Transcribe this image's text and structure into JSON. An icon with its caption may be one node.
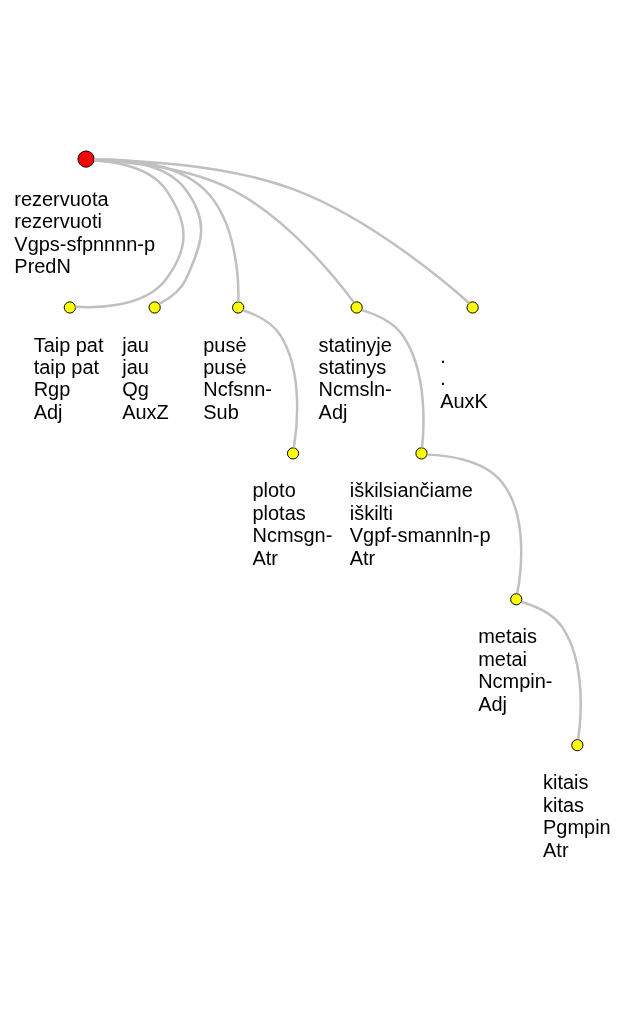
{
  "diagram": {
    "nodes": [
      {
        "text": [],
        "shape": "circle",
        "beside": [
          "rezervuota",
          "rezervuoti",
          "Vgps-sfpnnnn-p",
          "PredN"
        ]
      },
      {
        "text": [],
        "shape": "circle",
        "beside": [
          "Taip pat",
          "taip pat",
          "Rgp",
          "Adj"
        ]
      },
      {
        "text": [],
        "shape": "circle",
        "beside": [
          "jau",
          "jau",
          "Qg",
          "AuxZ"
        ]
      },
      {
        "text": [],
        "shape": "circle",
        "beside": [
          "pusė",
          "pusė",
          "Ncfsnn-",
          "Sub"
        ]
      },
      {
        "text": [],
        "shape": "circle",
        "beside": [
          "statinyje",
          "statinys",
          "Ncmsln-",
          "Adj"
        ]
      },
      {
        "text": [],
        "shape": "circle",
        "beside": [
          ".",
          ".",
          "AuxK"
        ]
      },
      {
        "text": [],
        "shape": "circle",
        "beside": [
          "ploto",
          "plotas",
          "Ncmsgn-",
          "Atr"
        ]
      },
      {
        "text": [],
        "shape": "circle",
        "beside": [
          "iškilsiančiame",
          "iškilti",
          "Vgpf-smannln-p",
          "Atr"
        ]
      },
      {
        "text": [],
        "shape": "circle",
        "beside": [
          "metais",
          "metai",
          "Ncmpin-",
          "Adj"
        ]
      },
      {
        "text": [],
        "shape": "circle",
        "beside": [
          "kitais",
          "kitas",
          "Pgmpin",
          "Atr"
        ]
      }
    ],
    "edges": [
      {
        "from": 0,
        "to": 1,
        "arrow": "none"
      },
      {
        "from": 0,
        "to": 2,
        "arrow": "none"
      },
      {
        "from": 0,
        "to": 3,
        "arrow": "none"
      },
      {
        "from": 0,
        "to": 4,
        "arrow": "none"
      },
      {
        "from": 0,
        "to": 5,
        "arrow": "none"
      },
      {
        "from": 3,
        "to": 6,
        "arrow": "none"
      },
      {
        "from": 4,
        "to": 7,
        "arrow": "none"
      },
      {
        "from": 7,
        "to": 8,
        "arrow": "none"
      },
      {
        "from": 8,
        "to": 9,
        "arrow": "none"
      }
    ]
  }
}
